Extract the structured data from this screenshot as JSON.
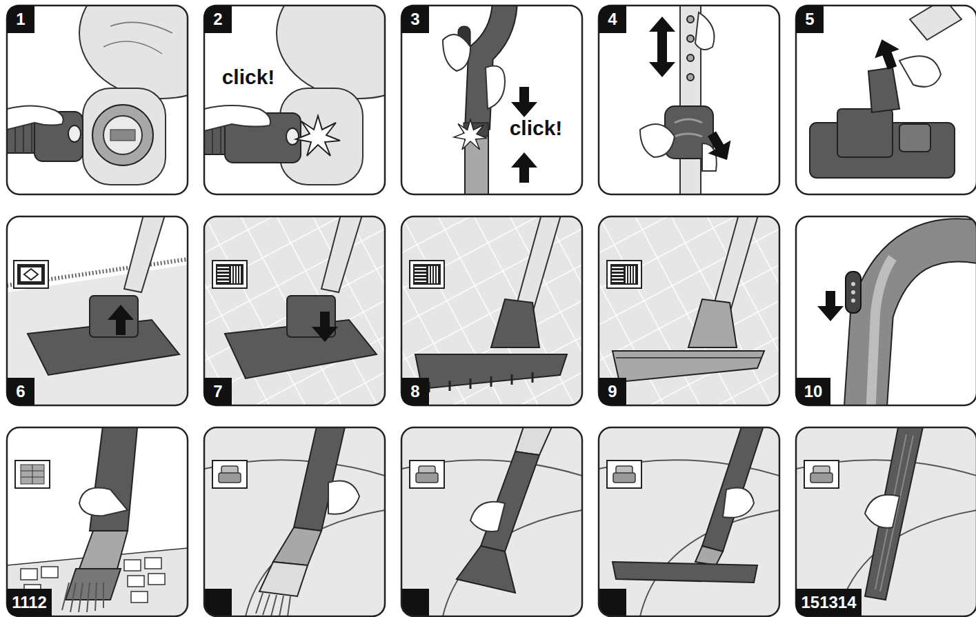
{
  "diagram": {
    "labels": [
      "1",
      "2",
      "click!",
      "3",
      "click!",
      "4",
      "5",
      "6",
      "7",
      "8",
      "9",
      "10",
      "1112",
      "151314"
    ]
  }
}
